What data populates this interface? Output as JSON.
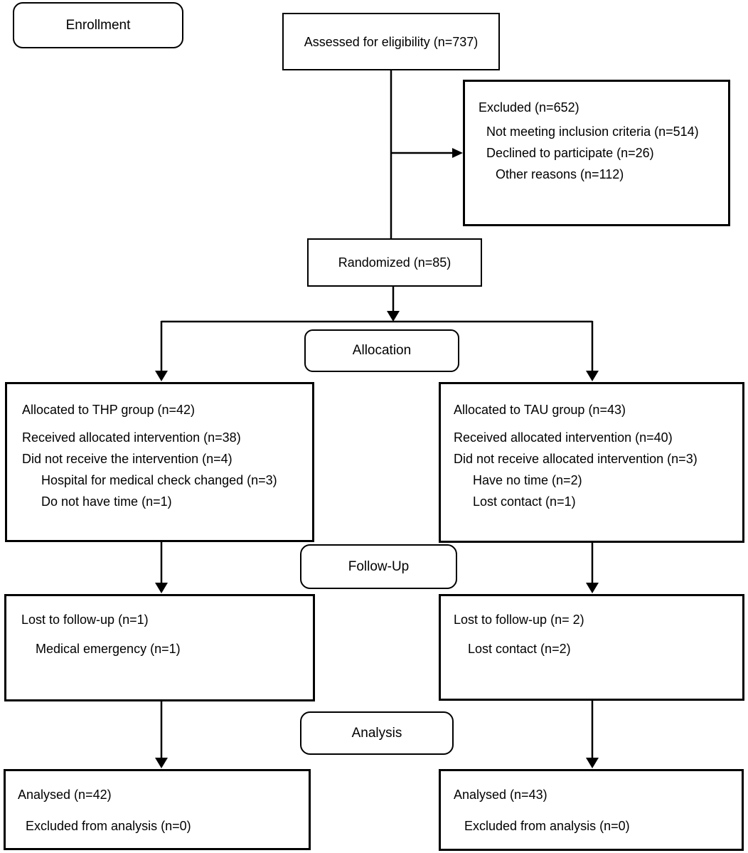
{
  "colors": {
    "line": "#000000",
    "background": "#ffffff",
    "text": "#000000"
  },
  "stages": {
    "enrollment": "Enrollment",
    "allocation": "Allocation",
    "follow_up": "Follow-Up",
    "analysis": "Analysis"
  },
  "boxes": {
    "assessed": {
      "text": "Assessed for eligibility (n=737)"
    },
    "excluded": {
      "lines": [
        "Excluded (n=652)",
        "Not meeting inclusion criteria (n=514)",
        "Declined to participate (n=26)",
        "Other reasons (n=112)"
      ]
    },
    "randomized": {
      "text": "Randomized (n=85)"
    },
    "thp_allocation": {
      "lines": [
        "Allocated to THP group (n=42)",
        "Received allocated intervention (n=38)",
        "Did not receive the intervention (n=4)",
        "Hospital for medical check changed (n=3)",
        "Do not have time (n=1)"
      ]
    },
    "tau_allocation": {
      "lines": [
        "Allocated to TAU group (n=43)",
        "Received allocated intervention (n=40)",
        "Did not receive allocated intervention (n=3)",
        "Have no time (n=2)",
        "Lost contact (n=1)"
      ]
    },
    "thp_followup": {
      "lines": [
        "Lost to follow-up (n=1)",
        "Medical emergency (n=1)"
      ]
    },
    "tau_followup": {
      "lines": [
        "Lost to follow-up (n= 2)",
        "Lost contact (n=2)"
      ]
    },
    "thp_analysis": {
      "lines": [
        "Analysed (n=42)",
        "Excluded from analysis (n=0)"
      ]
    },
    "tau_analysis": {
      "lines": [
        "Analysed (n=43)",
        "Excluded from analysis (n=0)"
      ]
    }
  }
}
